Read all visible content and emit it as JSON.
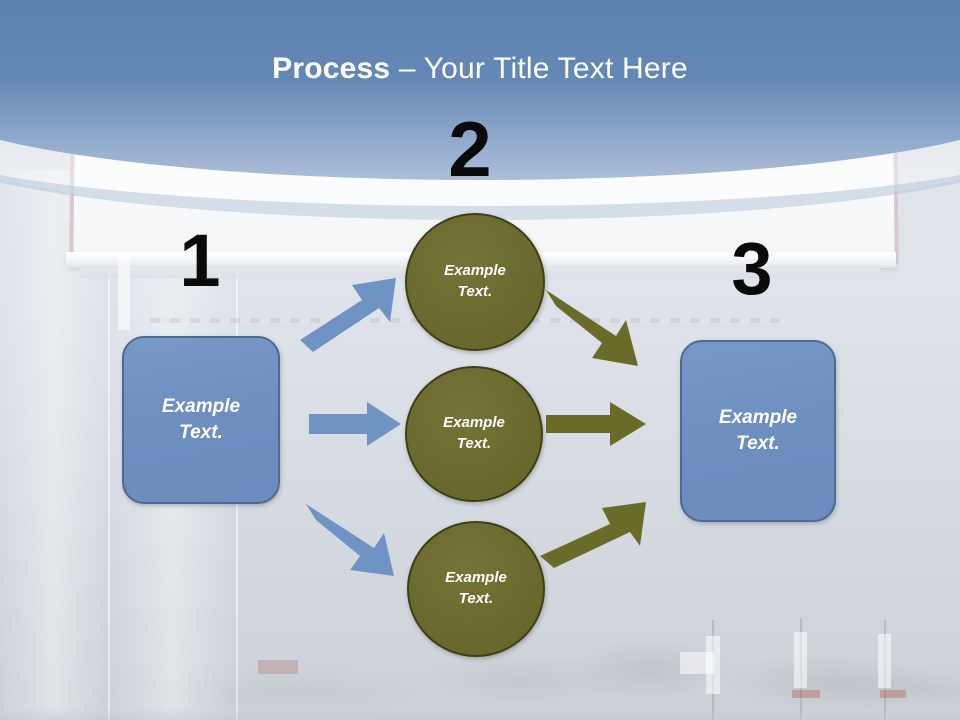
{
  "slide": {
    "title_strong": "Process",
    "title_separator": " – ",
    "title_rest": "Your Title Text Here",
    "background_description": "faded photo of an interior with a whiteboard and misty treeline"
  },
  "colors": {
    "header_blue_dark": "#2e5785",
    "header_blue_light": "#7694bf",
    "node_blue_fill": "#6e91c4",
    "node_blue_border": "#4f6a8e",
    "node_olive_fill": "#6b6b2f",
    "node_olive_border": "#3f3f16",
    "arrow_blue": "#6f93c2",
    "arrow_olive": "#6b6b29",
    "number_black": "#0a0a0a",
    "node_text_white": "#ffffff",
    "slide_background": "#d7dce4"
  },
  "steps": [
    {
      "number": "1"
    },
    {
      "number": "2"
    },
    {
      "number": "3"
    }
  ],
  "nodes": {
    "left_box": {
      "line1": "Example",
      "line2": "Text."
    },
    "right_box": {
      "line1": "Example",
      "line2": "Text."
    },
    "circle_top": {
      "line1": "Example",
      "line2": "Text."
    },
    "circle_middle": {
      "line1": "Example",
      "line2": "Text."
    },
    "circle_bottom": {
      "line1": "Example",
      "line2": "Text."
    }
  },
  "arrows": [
    {
      "name": "blue-arrow-up-right",
      "color": "#6f93c2",
      "direction": "up-right",
      "from": "left_box",
      "to": "circle_top"
    },
    {
      "name": "blue-arrow-right",
      "color": "#6f93c2",
      "direction": "right",
      "from": "left_box",
      "to": "circle_middle"
    },
    {
      "name": "blue-arrow-down-right",
      "color": "#6f93c2",
      "direction": "down-right",
      "from": "left_box",
      "to": "circle_bottom"
    },
    {
      "name": "olive-arrow-down-right",
      "color": "#6b6b29",
      "direction": "down-right",
      "from": "circle_top",
      "to": "right_box"
    },
    {
      "name": "olive-arrow-right",
      "color": "#6b6b29",
      "direction": "right",
      "from": "circle_middle",
      "to": "right_box"
    },
    {
      "name": "olive-arrow-up-right",
      "color": "#6b6b29",
      "direction": "up-right",
      "from": "circle_bottom",
      "to": "right_box"
    }
  ]
}
